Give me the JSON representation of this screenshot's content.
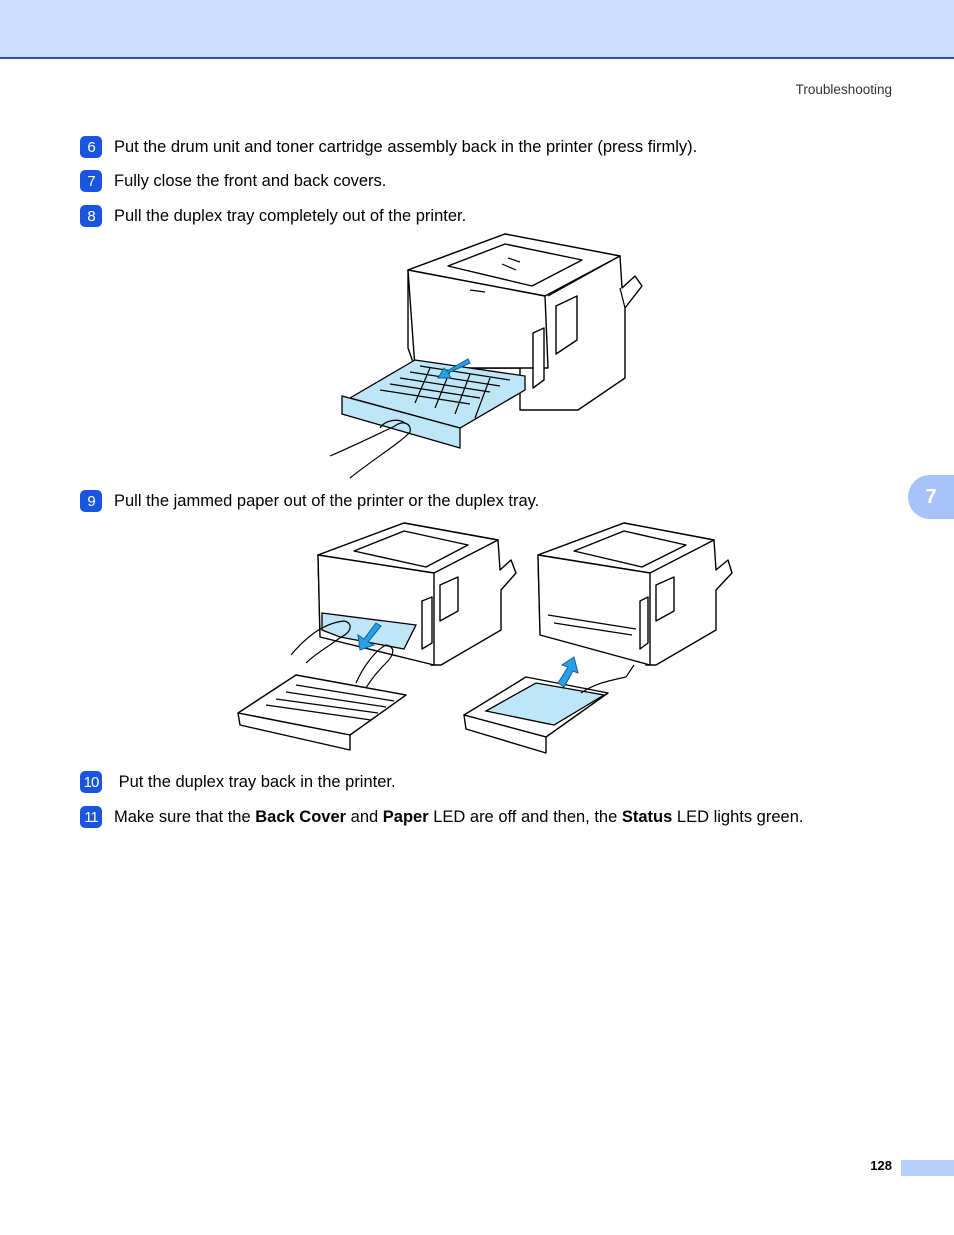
{
  "header": {
    "section": "Troubleshooting",
    "chapter_tab": "7"
  },
  "steps": [
    {
      "number": "6",
      "text": "Put the drum unit and toner cartridge assembly back in the printer (press firmly)."
    },
    {
      "number": "7",
      "text": "Fully close the front and back covers."
    },
    {
      "number": "8",
      "text": "Pull the duplex tray completely out of the printer."
    },
    {
      "number": "9",
      "text": "Pull the jammed paper out of the printer or the duplex tray."
    },
    {
      "number": "10",
      "text": " Put the duplex tray back in the printer."
    },
    {
      "number": "11",
      "text_parts": [
        "Make sure that the ",
        "Back Cover",
        " and ",
        "Paper",
        " LED are off and then, the ",
        "Status",
        " LED lights green."
      ]
    }
  ],
  "footer": {
    "page_number": "128"
  },
  "colors": {
    "header_band": "#cbdcfc",
    "step_badge": "#1a55e0",
    "tab": "#a6c2f7",
    "illustration_blue": "#bfe6f7"
  }
}
